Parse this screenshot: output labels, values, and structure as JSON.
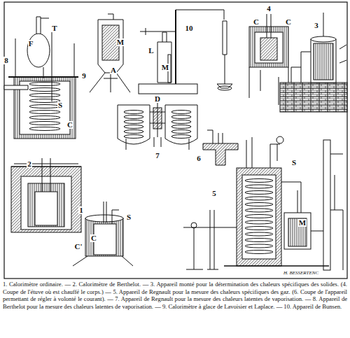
{
  "diagram": {
    "caption": "1. Calorimètre ordinaire. — 2. Calorimètre de Berthelot. — 3. Appareil monté pour la détermination des chaleurs spécifiques des solides. (4. Coupe de l'étuve où est chauffé le corps.) — 5. Appareil de Regnault pour la mesure des chaleurs spécifiques des gaz. (6. Coupe de l'appareil permettant de régler à volonté le courant). — 7. Appareil de Regnault pour la mesure des chaleurs latentes de vaporisation. — 8. Appareil de Berthelot pour la mesure des chaleurs latentes de vaporisation. — 9. Calorimètre à glace de Lavoisier et Laplace. — 10. Appareil de Bunsen.",
    "labels": [
      "8",
      "F",
      "T",
      "S",
      "C",
      "9",
      "M",
      "A",
      "L",
      "M",
      "10",
      "C",
      "4",
      "C",
      "3",
      "2",
      "D",
      "7",
      "6",
      "1",
      "C",
      "S",
      "C'",
      "5",
      "S",
      "M",
      "H. BESSERTENC"
    ]
  }
}
